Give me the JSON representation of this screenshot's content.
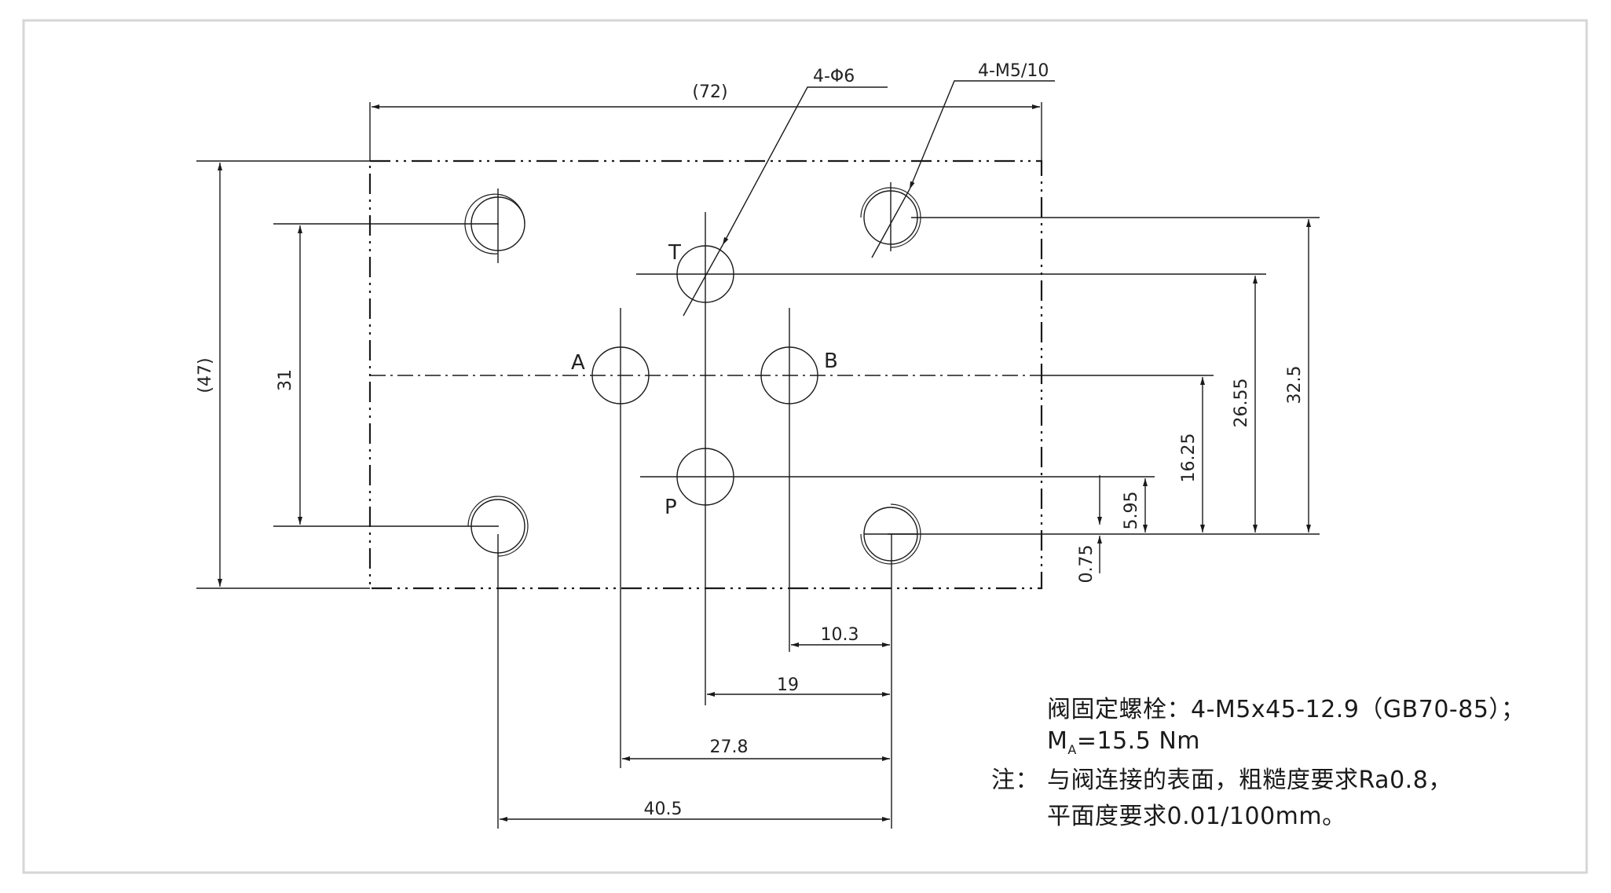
{
  "dimensions": {
    "width_total": "(72)",
    "height_total": "(47)",
    "left_holes_span": "31",
    "right_32_5": "32.5",
    "right_26_55": "26.55",
    "right_16_25": "16.25",
    "right_5_95": "5.95",
    "right_0_75": "0.75",
    "bottom_10_3": "10.3",
    "bottom_19": "19",
    "bottom_27_8": "27.8",
    "bottom_40_5": "40.5"
  },
  "callouts": {
    "ports_hole": "4-Φ6",
    "thread_hole": "4-M5/10"
  },
  "ports": {
    "t": "T",
    "a": "A",
    "b": "B",
    "p": "P"
  },
  "notes": {
    "bolts_prefix": "阀固定螺栓：4-M5x45-12.9（GB70-85）；",
    "torque_m": "M",
    "torque_sub": "A",
    "torque_value": "=15.5 Nm",
    "note_label": "注：",
    "note_line1": "与阀连接的表面，粗糙度要求Ra0.8，",
    "note_line2": "平面度要求0.01/100mm。"
  },
  "colors": {
    "line": "#1a1a1a",
    "frame": "#d6d6d6"
  }
}
